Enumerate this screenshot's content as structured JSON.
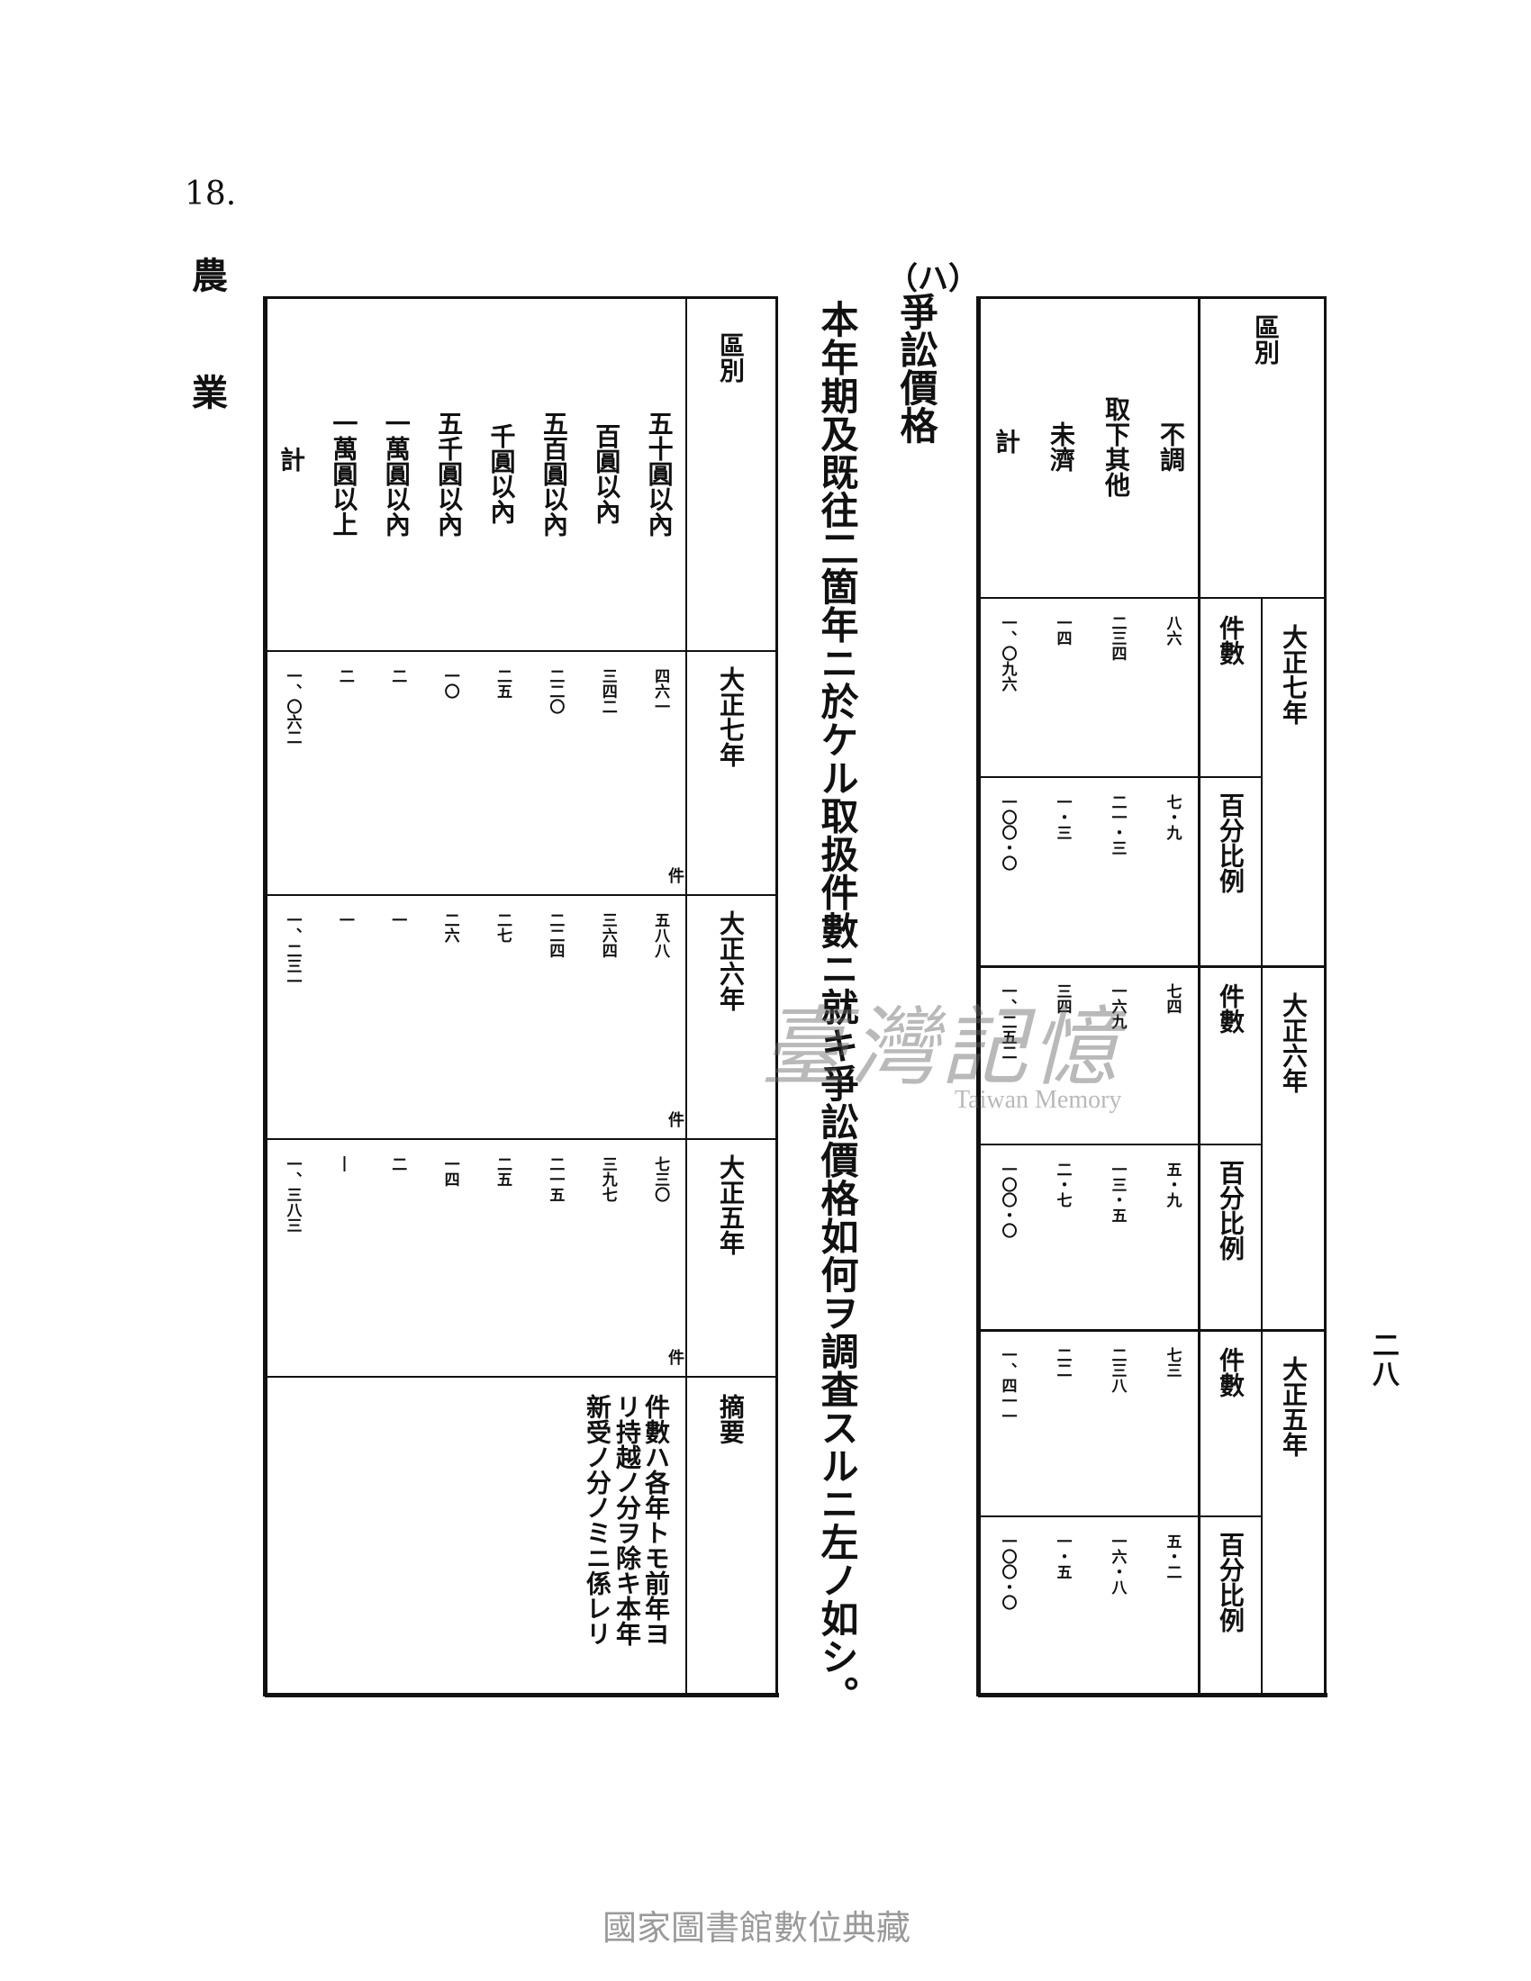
{
  "page_number_arabic": "18.",
  "section": "農業",
  "page_number_kanji": "二八",
  "heading_marker": "（ハ）",
  "heading": "爭訟價格",
  "intro": "本年期及既往二箇年ニ於ケル取扱件數ニ就キ爭訟價格如何ヲ調査スルニ左ノ如シ。",
  "left_table": {
    "label_header": "區別",
    "categories": [
      "五十圓以內",
      "百圓以內",
      "五百圓以內",
      "千圓以內",
      "五千圓以內",
      "一萬圓以內",
      "一萬圓以上",
      "計"
    ],
    "unit": "件",
    "rows": [
      {
        "year": "大正七年",
        "values": [
          "四六一",
          "三四二",
          "二二〇",
          "二五",
          "一〇",
          "二",
          "二",
          "一、〇六二"
        ]
      },
      {
        "year": "大正六年",
        "values": [
          "五八八",
          "三六四",
          "二二四",
          "二七",
          "二六",
          "一",
          "一",
          "一、二三一"
        ]
      },
      {
        "year": "大正五年",
        "values": [
          "七三〇",
          "三九七",
          "二一五",
          "二五",
          "一四",
          "二",
          "―",
          "一、三八三"
        ]
      }
    ],
    "remarks_label": "摘要",
    "remarks": [
      "件數ハ各年トモ前年ヨ",
      "リ持越ノ分ヲ除キ本年",
      "新受ノ分ノミニ係レリ"
    ]
  },
  "right_table": {
    "label_header": "區別",
    "categories": [
      "不調",
      "取下其他",
      "未濟",
      "計"
    ],
    "count_label": "件數",
    "percent_label": "百分比例",
    "rows": [
      {
        "year": "大正七年",
        "counts": [
          "八六",
          "二三四",
          "一四",
          "一、〇九六"
        ],
        "percents": [
          "七・九",
          "二一・三",
          "一・三",
          "一〇〇・〇"
        ]
      },
      {
        "year": "大正六年",
        "counts": [
          "七四",
          "一六九",
          "三四",
          "一、二五二"
        ],
        "percents": [
          "五・九",
          "一三・五",
          "二・七",
          "一〇〇・〇"
        ]
      },
      {
        "year": "大正五年",
        "counts": [
          "七三",
          "二三八",
          "二二",
          "一、四一一"
        ],
        "percents": [
          "五・二",
          "一六・八",
          "一・五",
          "一〇〇・〇"
        ]
      }
    ]
  },
  "watermark": {
    "cn": "臺灣記憶",
    "en": "Taiwan Memory"
  },
  "footer": "國家圖書館數位典藏"
}
